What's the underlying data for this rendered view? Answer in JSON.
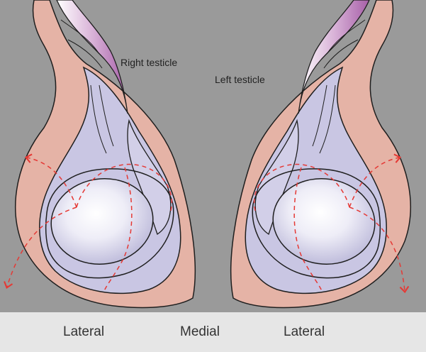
{
  "labels": {
    "right_testicle": "Right testicle",
    "left_testicle": "Left testicle"
  },
  "captions": {
    "left": "Lateral",
    "middle": "Medial",
    "right": "Lateral"
  },
  "colors": {
    "background": "#9a9a9a",
    "caption_band": "#e6e6e6",
    "scrotal_skin": "#e5b3a6",
    "tunica": "#c9c6e3",
    "testis_center": "#ffffff",
    "testis_edge": "#b9b6d8",
    "spermatic_cord": "#b97ab8",
    "rotation_arrow": "#e53935",
    "outline": "#1e1e1e"
  }
}
